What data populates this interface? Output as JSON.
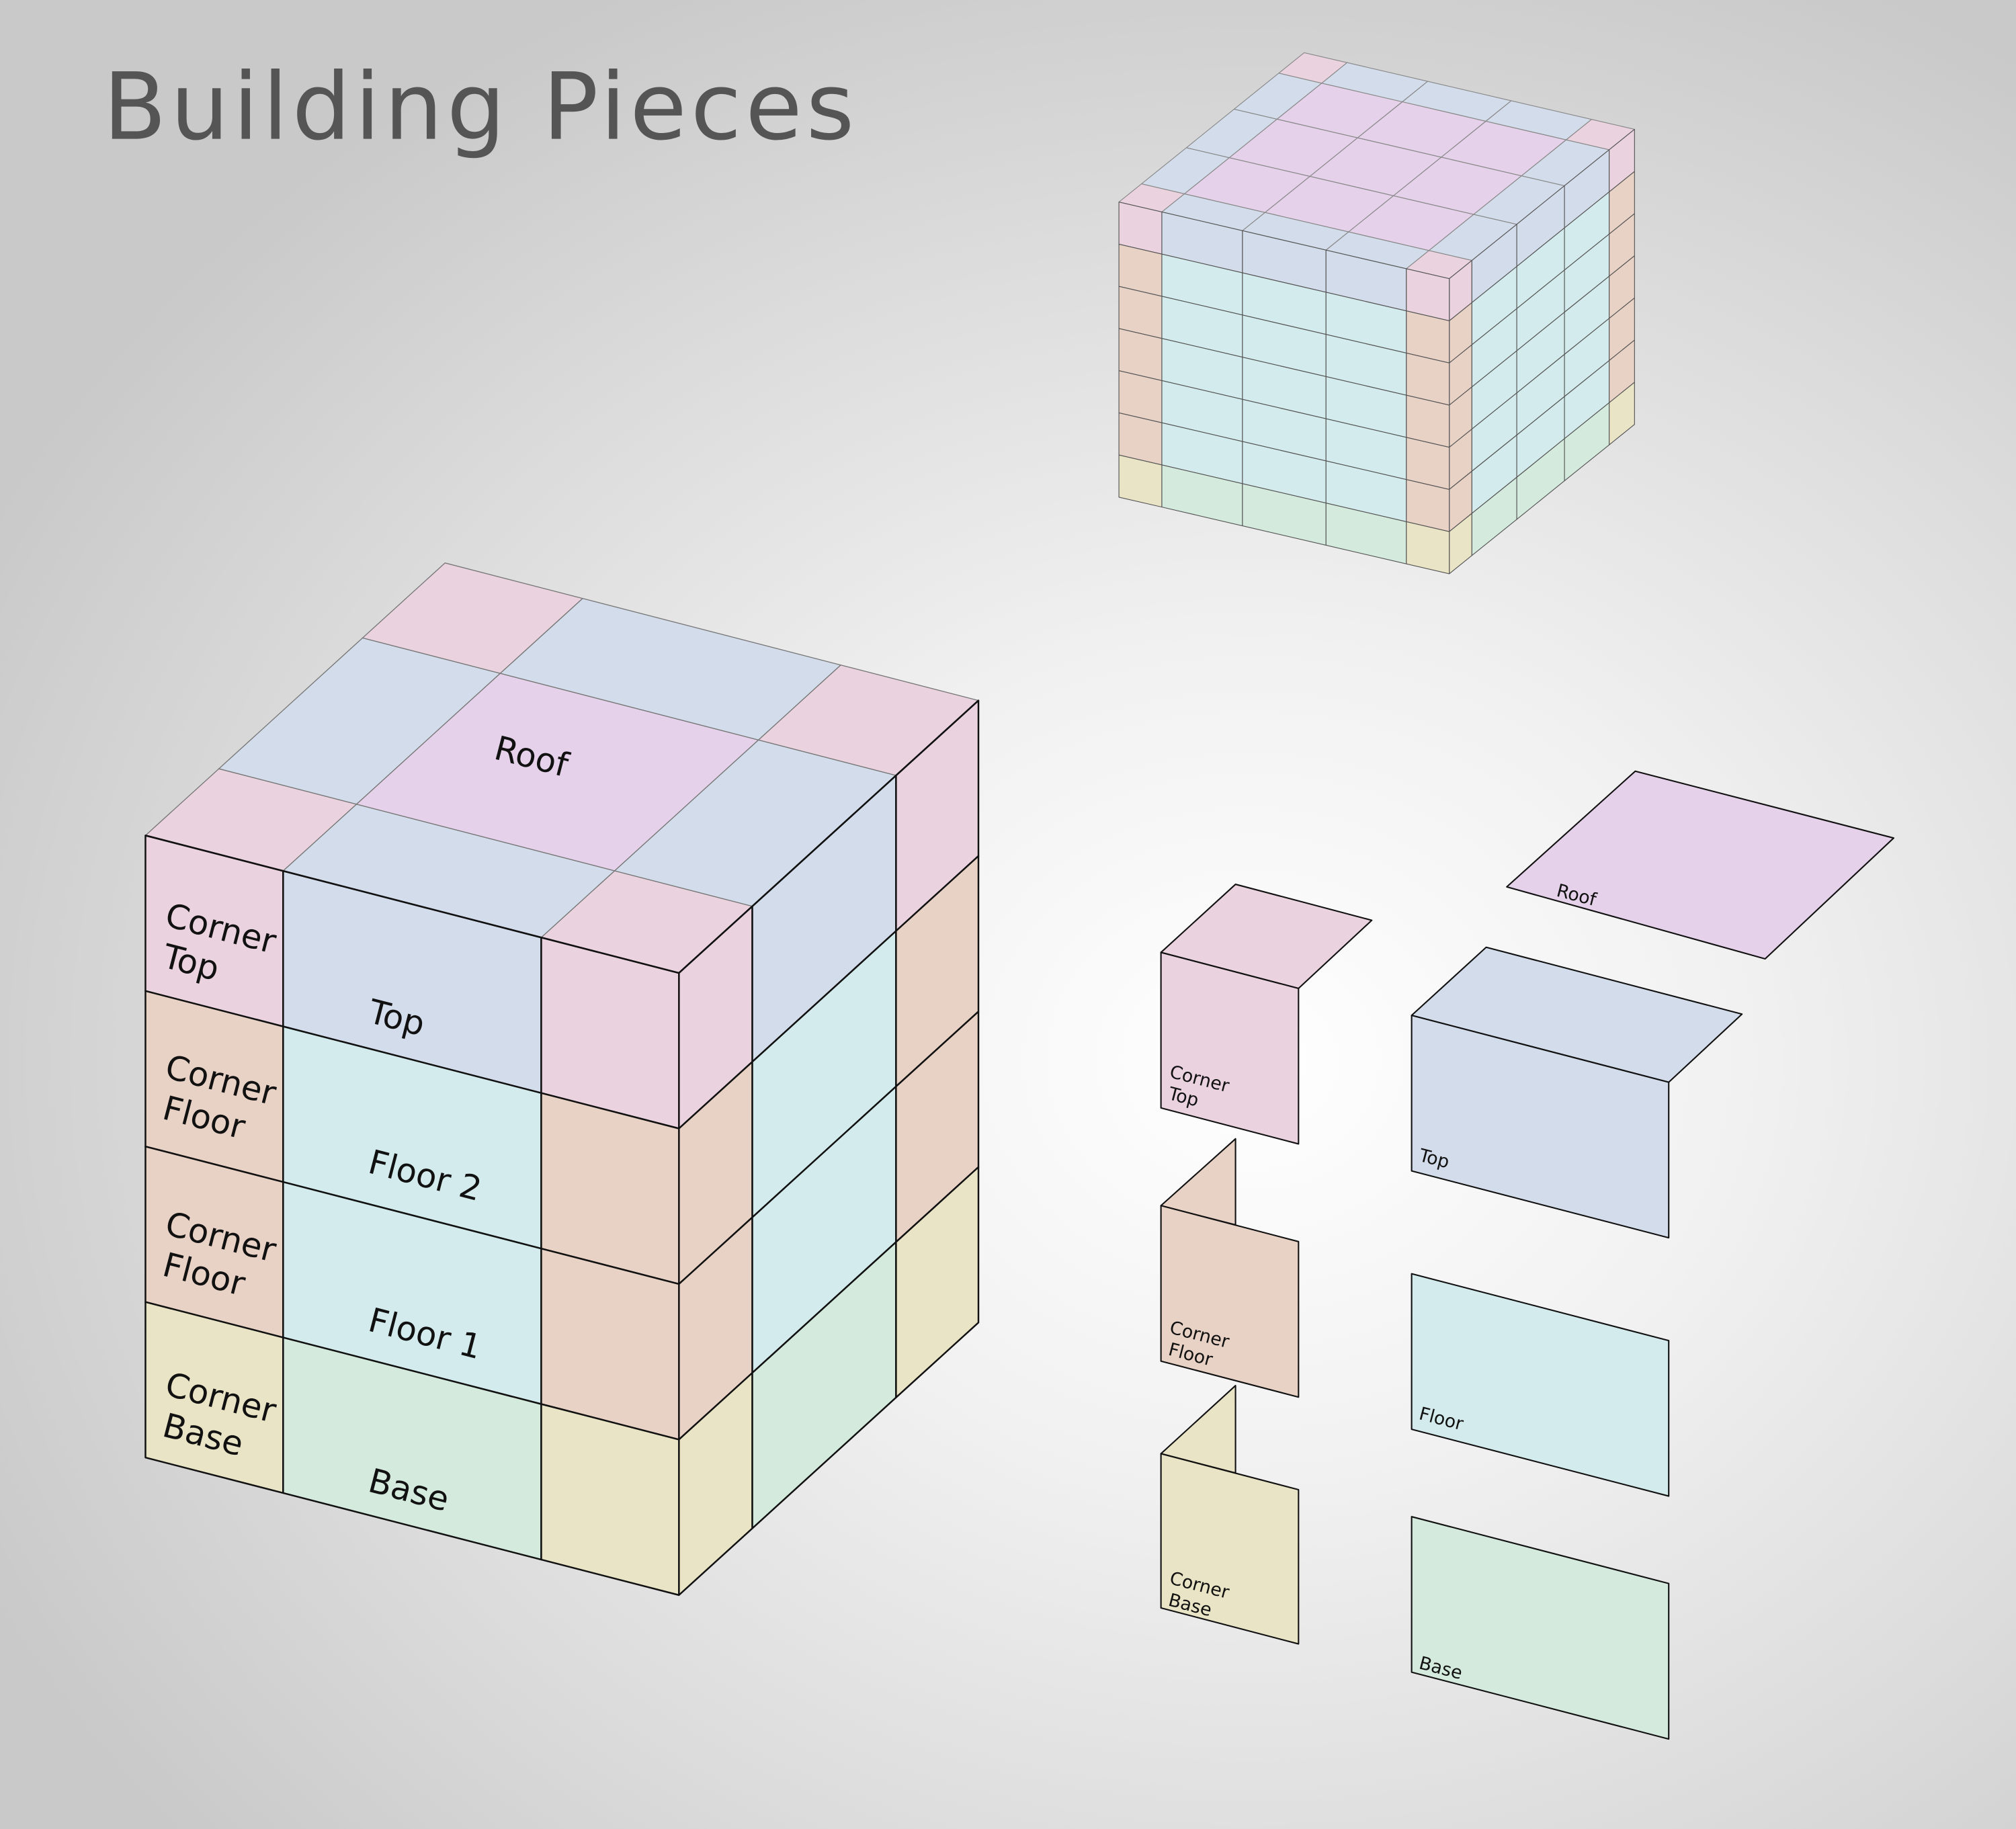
{
  "title": "Building Pieces",
  "colors": {
    "corner_top": "#ead3de",
    "top": "#d3dcea",
    "roof": "#e5d1ea",
    "corner_floor": "#e8d2c5",
    "floor": "#d3ebec",
    "base": "#d3eadd",
    "corner_base": "#e9e4c5"
  },
  "big_cube": {
    "labels": {
      "roof": "Roof",
      "top": "Top",
      "floor2": "Floor 2",
      "floor1": "Floor 1",
      "base": "Base",
      "corner_top": [
        "Corner",
        "Top"
      ],
      "corner_floor_2": [
        "Corner",
        "Floor"
      ],
      "corner_floor_1": [
        "Corner",
        "Floor"
      ],
      "corner_base": [
        "Corner",
        "Base"
      ]
    },
    "rows": [
      "top",
      "floor",
      "floor",
      "base"
    ],
    "grid": 3
  },
  "small_cube": {
    "rows": [
      "top",
      "floor",
      "floor",
      "floor",
      "floor",
      "floor",
      "base"
    ],
    "grid": 5
  },
  "pieces": {
    "roof": "Roof",
    "corner_top": [
      "Corner",
      "Top"
    ],
    "corner_floor": [
      "Corner",
      "Floor"
    ],
    "corner_base": [
      "Corner",
      "Base"
    ],
    "top": "Top",
    "floor": "Floor",
    "base": "Base"
  }
}
